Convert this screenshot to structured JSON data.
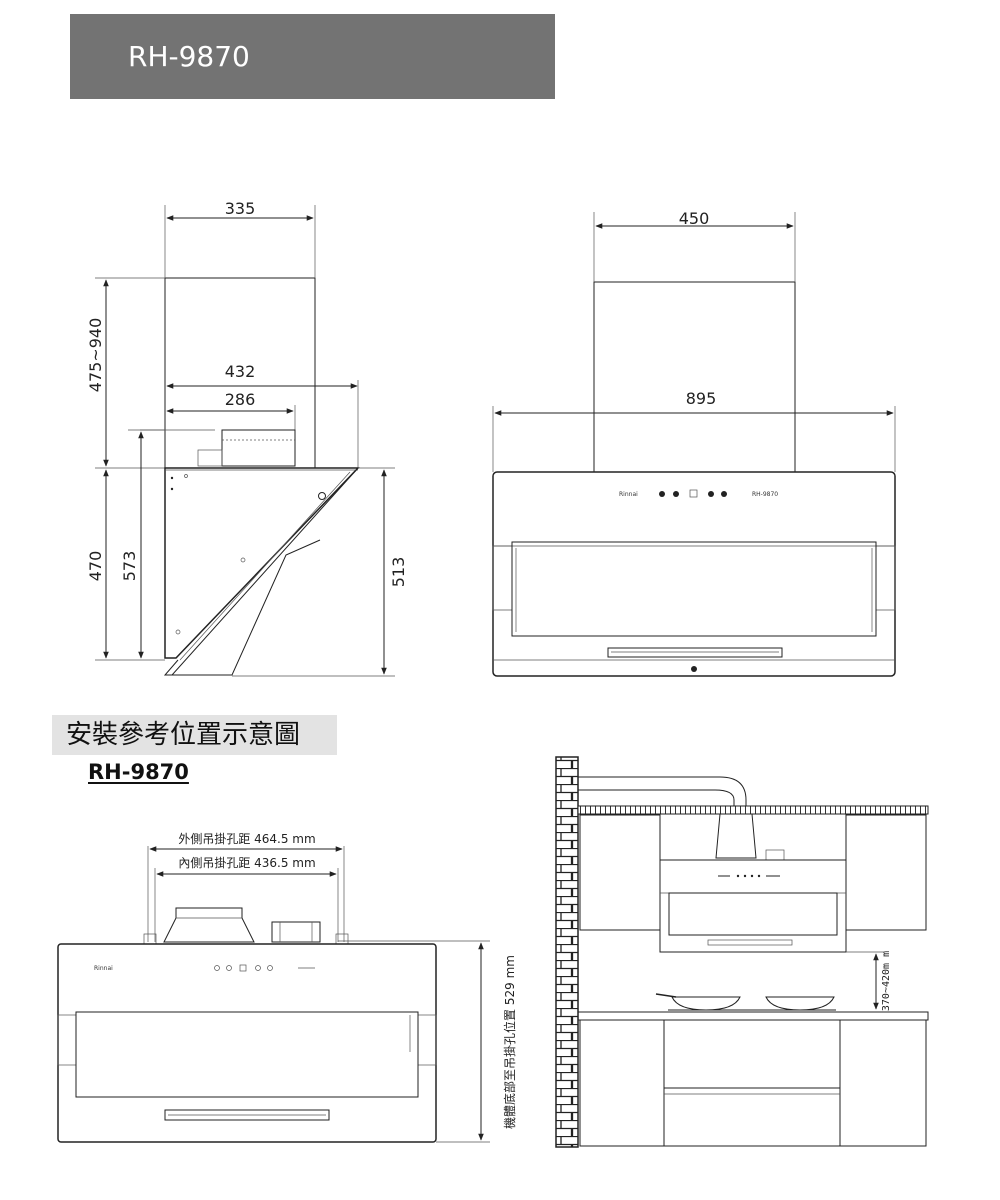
{
  "header": {
    "model": "RH-9870"
  },
  "side_view": {
    "top_width": "335",
    "chimney_height": "475~940",
    "depth_total": "432",
    "depth_box": "286",
    "body_height": "470",
    "side_height": "573",
    "front_height": "513"
  },
  "front_view": {
    "top_width": "450",
    "total_width": "895",
    "brand_small": "Rinnai",
    "model_small": "RH-9870"
  },
  "install": {
    "title": "安裝參考位置示意圖",
    "model": "RH-9870",
    "outer_hole": "外側吊掛孔距 464.5 mm",
    "inner_hole": "內側吊掛孔距 436.5 mm",
    "hang_height": "機體底部至吊掛孔位置 529 mm",
    "brand_small": "Rinnai",
    "cooktop_height": "370~420m m"
  }
}
